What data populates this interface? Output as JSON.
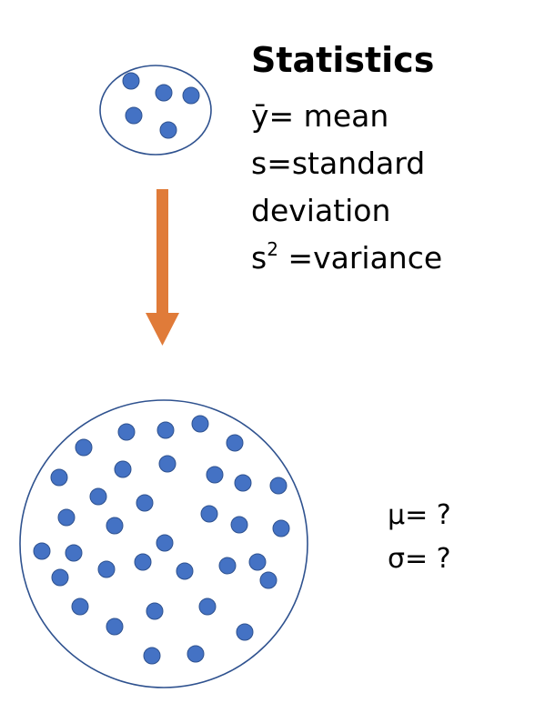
{
  "sample": {
    "title": "Statistics",
    "mean": "ȳ= mean",
    "std_line1": "s=standard",
    "std_line2": "deviation",
    "variance_base": "s",
    "variance_exp": "2",
    "variance_rest": " =variance"
  },
  "population": {
    "mu": "μ= ?",
    "sigma": "σ= ?"
  },
  "colors": {
    "dot_fill": "#4472C4",
    "dot_stroke": "#2F528F",
    "circle_stroke": "#2F528F",
    "arrow": "#E07B39"
  },
  "icons": {
    "sample_circle": "small-circle-with-dots",
    "arrow": "down-arrow-icon",
    "population_circle": "large-circle-with-dots"
  }
}
